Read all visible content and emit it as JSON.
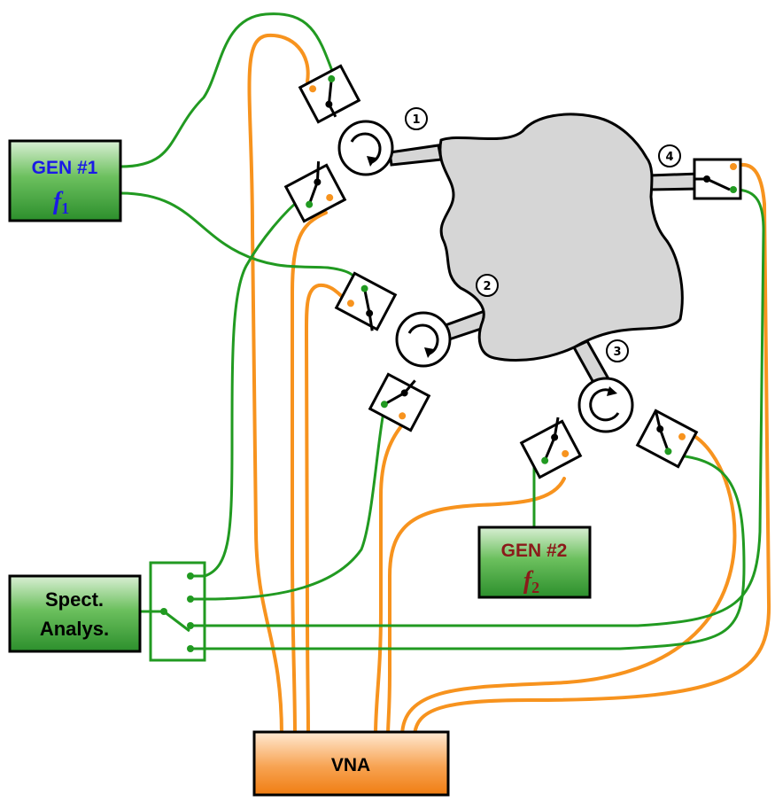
{
  "gen1": {
    "label": "GEN #1",
    "freq_symbol": "f",
    "freq_sub": "1",
    "text_color": "#1a1ae6"
  },
  "gen2": {
    "label": "GEN #2",
    "freq_symbol": "f",
    "freq_sub": "2",
    "text_color": "#8b1a1a"
  },
  "spectrum_analyzer": {
    "line1": "Spect.",
    "line2": "Analys."
  },
  "vna": {
    "label": "VNA"
  },
  "ports": [
    "1",
    "2",
    "3",
    "4"
  ],
  "colors": {
    "green_cable": "#219a21",
    "orange_cable": "#f7931e",
    "device_fill": "#d6d6d6",
    "generator_fill": "#33a033",
    "vna_fill": "#f28a1e"
  }
}
